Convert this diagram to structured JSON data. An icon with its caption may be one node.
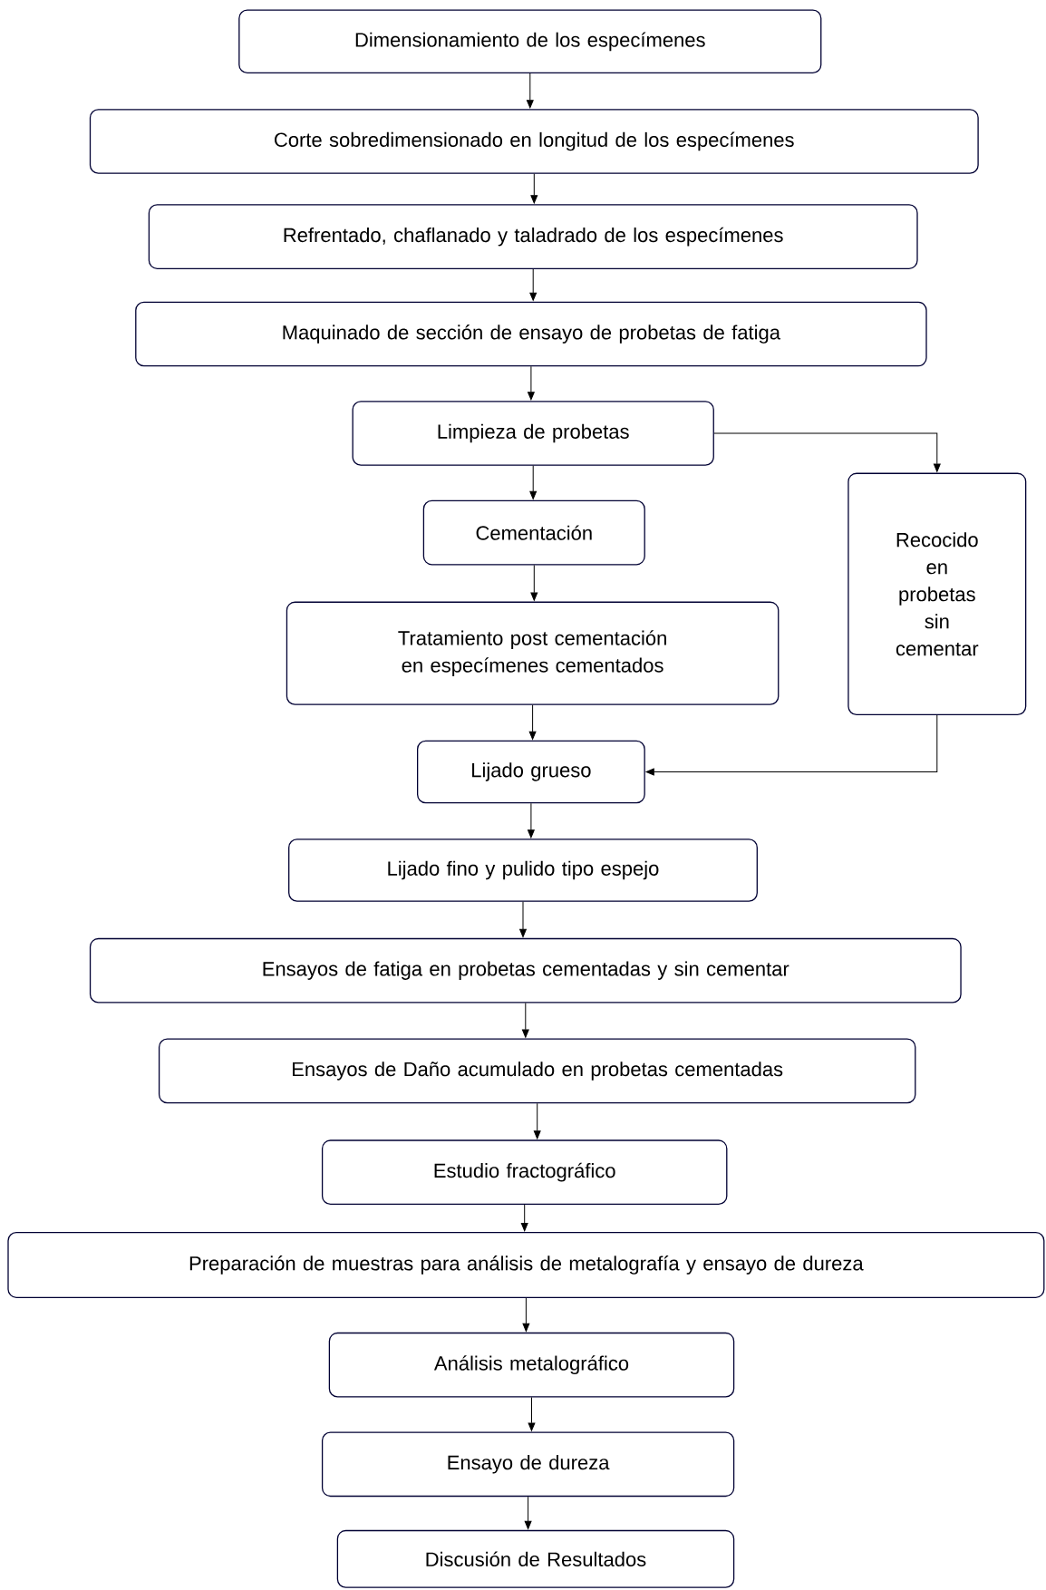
{
  "diagram": {
    "nodes": [
      {
        "text": [
          "Dimensionamiento de los especímenes"
        ]
      },
      {
        "text": [
          "Corte sobredimensionado en longitud de los especímenes"
        ]
      },
      {
        "text": [
          "Refrentado, chaflanado y taladrado de los especímenes"
        ]
      },
      {
        "text": [
          "Maquinado de sección de ensayo de probetas de fatiga"
        ]
      },
      {
        "text": [
          "Limpieza de probetas"
        ]
      },
      {
        "text": [
          "Cementación"
        ]
      },
      {
        "text": [
          "Tratamiento post cementación en especímenes cementados"
        ]
      },
      {
        "text": [
          "Recocido en probetas sin cementar"
        ]
      },
      {
        "text": [
          "Lijado grueso"
        ]
      },
      {
        "text": [
          "Lijado fino y pulido tipo espejo"
        ]
      },
      {
        "text": [
          "Ensayos de fatiga en probetas cementadas y sin cementar"
        ]
      },
      {
        "text": [
          "Ensayos de Daño acumulado en probetas cementadas"
        ]
      },
      {
        "text": [
          "Estudio fractográfico"
        ]
      },
      {
        "text": [
          "Preparación de muestras para análisis de metalografía y ensayo de dureza"
        ]
      },
      {
        "text": [
          "Análisis metalográfico"
        ]
      },
      {
        "text": [
          "Ensayo de dureza"
        ]
      },
      {
        "text": [
          "Discusión de Resultados"
        ]
      }
    ],
    "edges": [
      {
        "from": 0,
        "to": 1,
        "arrow": "to"
      },
      {
        "from": 1,
        "to": 2,
        "arrow": "to"
      },
      {
        "from": 2,
        "to": 3,
        "arrow": "to"
      },
      {
        "from": 3,
        "to": 4,
        "arrow": "to"
      },
      {
        "from": 4,
        "to": 5,
        "arrow": "to"
      },
      {
        "from": 5,
        "to": 6,
        "arrow": "to"
      },
      {
        "from": 6,
        "to": 8,
        "arrow": "to"
      },
      {
        "from": 4,
        "to": 7,
        "arrow": "to"
      },
      {
        "from": 7,
        "to": 8,
        "arrow": "to"
      },
      {
        "from": 8,
        "to": 9,
        "arrow": "to"
      },
      {
        "from": 9,
        "to": 10,
        "arrow": "to"
      },
      {
        "from": 10,
        "to": 11,
        "arrow": "to"
      },
      {
        "from": 11,
        "to": 12,
        "arrow": "to"
      },
      {
        "from": 12,
        "to": 13,
        "arrow": "to"
      },
      {
        "from": 13,
        "to": 14,
        "arrow": "to"
      },
      {
        "from": 14,
        "to": 15,
        "arrow": "to"
      },
      {
        "from": 15,
        "to": 16,
        "arrow": "to"
      }
    ]
  }
}
